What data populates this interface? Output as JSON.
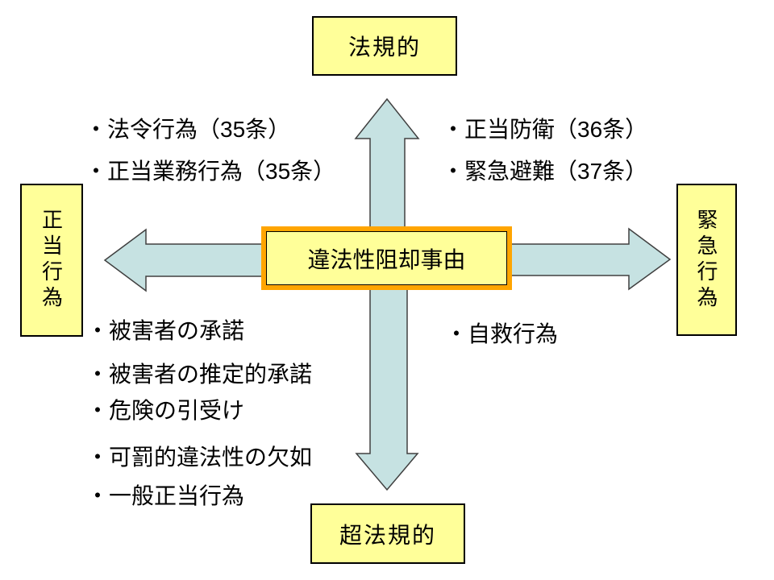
{
  "colors": {
    "background": "#FFFFFF",
    "box_fill": "#FFFF99",
    "box_border": "#000000",
    "center_border": "#FFA500",
    "arrow_fill": "#C6E2E2",
    "arrow_outline": "#404040",
    "text": "#000000"
  },
  "center": {
    "label": "違法性阻却事由"
  },
  "nodes": {
    "top": {
      "label": "法規的"
    },
    "bottom": {
      "label": "超法規的"
    },
    "left": {
      "label": "正当行為"
    },
    "right": {
      "label": "緊急行為"
    }
  },
  "quadrants": {
    "top_left": {
      "items": [
        "・法令行為（35条）",
        "・正当業務行為（35条）"
      ]
    },
    "top_right": {
      "items": [
        "・正当防衛（36条）",
        "・緊急避難（37条）"
      ]
    },
    "bottom_left": {
      "items": [
        "・被害者の承諾",
        "・被害者の推定的承諾",
        "・危険の引受け",
        "・可罰的違法性の欠如",
        "・一般正当行為"
      ]
    },
    "bottom_right": {
      "items": [
        "・自救行為"
      ]
    }
  },
  "icons": {
    "up_arrow": "block arrow pointing up",
    "down_arrow": "block arrow pointing down",
    "left_arrow": "block arrow pointing left",
    "right_arrow": "block arrow pointing right"
  }
}
